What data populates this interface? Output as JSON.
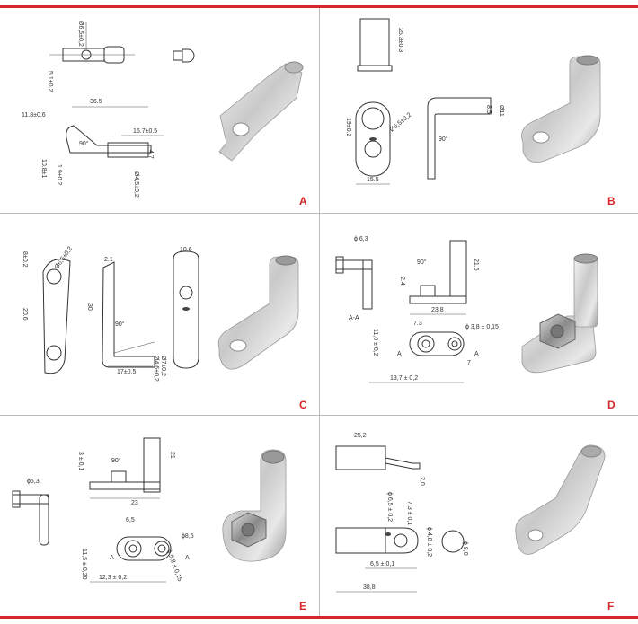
{
  "panels": {
    "A": {
      "letter": "A",
      "dims": [
        "Ø6,5±0,2",
        "5.1±0.2",
        "36.5",
        "11.8±0.6",
        "16.7±0.5",
        "90°",
        "10.8±1",
        "1.9±0.2",
        "Ø4,5±0,2",
        "4.7"
      ]
    },
    "B": {
      "letter": "B",
      "dims": [
        "25.3±0.3",
        "19±0.2",
        "Ø6,5±0,2",
        "15.5",
        "90°",
        "Ø11",
        "8.5"
      ]
    },
    "C": {
      "letter": "C",
      "dims": [
        "8±0.2",
        "Ø6,5±0,2",
        "2.1",
        "10.6",
        "30",
        "20.6",
        "90°",
        "17±0.5",
        "Ø7±0,2",
        "Ø4,6±0,2"
      ]
    },
    "D": {
      "letter": "D",
      "dims": [
        "ϕ 6,3",
        "A-A",
        "90°",
        "2.4",
        "21.6",
        "23.8",
        "7.3",
        "ϕ 3,8 ± 0,15",
        "11,6 ± 0,2",
        "A",
        "A",
        "7",
        "13,7 ± 0,2"
      ]
    },
    "E": {
      "letter": "E",
      "dims": [
        "ϕ6,3",
        "3 ± 0,1",
        "90°",
        "21",
        "23",
        "6,5",
        "ϕ8,5",
        "A",
        "A",
        "ϕ 5,8 ± 0,15",
        "11,5 ± 0,20",
        "12,3 ± 0,2"
      ]
    },
    "F": {
      "letter": "F",
      "dims": [
        "25,2",
        "2,0",
        "ϕ 6,5 ± 0,2",
        "7,3 ± 0,1",
        "ϕ 4,8 ± 0,2",
        "ϕ 8,0",
        "6,5 ± 0,1",
        "38,8"
      ]
    }
  }
}
